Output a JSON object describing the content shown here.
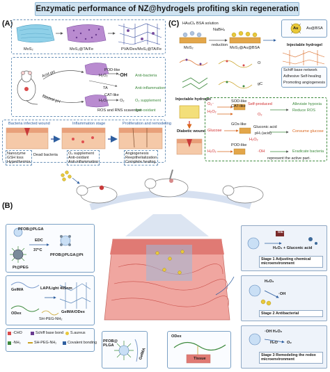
{
  "title": "Enzymatic performance of NZ@hydrogels profiting skin regeneration",
  "panels": {
    "a": "(A)",
    "b": "(B)",
    "c": "(C)"
  },
  "panelA": {
    "materials": [
      "MoS₂",
      "MoS₂@TA/Fe",
      "PVA/Dex/MoS₂@TA/Fe"
    ],
    "acid_ph": "Acid pH",
    "neutral_ph": "Neutral pH",
    "pod_like": "POD-like",
    "cat_like": "CAT-like",
    "ta": "TA",
    "h2o2_a": "H₂O₂",
    "oh": "·OH",
    "h2o2_b": "H₂O₂",
    "o2": "O₂",
    "ros_rns": "ROS and RNS scavenger",
    "effects": [
      "Anti-bacteria",
      "Anti-inflammation",
      "O₂ supplement",
      "Anti-oxidant"
    ],
    "stages": [
      "Bacteria infected wound",
      "Inflammation stage",
      "Proliferation and remodeling"
    ],
    "stage_notes": [
      "Nanozyme\nGSH loss\nHyperthermia",
      "O₂ supplement\nAnti-oxidant\nAnti-inflammation",
      "Angiogenesis\nReepithelialization\nComplete healing"
    ],
    "dead_bacteria": "Dead bacteria"
  },
  "panelC": {
    "reagents": "HAuCl₄  BSA solution",
    "nabh4": "NaBH₄",
    "reduction": "reduction",
    "mos2": "MoS₂",
    "mos2_au_bsa": "MoS₂@Au@BSA",
    "au": "Au",
    "au_bsa_label": "Au@BSA",
    "injectable": "Injectable hydrogel",
    "o_label": "O",
    "gc_label": "gC",
    "properties": [
      "Schiff base network",
      "Adhesive  Self-healing",
      "Promoting angiogenesis"
    ],
    "injectable2": "Injectable hydrogel",
    "diabetic": "Diabetic wound",
    "sod_like": "SOD-like",
    "cat_like": "CAT-like",
    "gox_like": "GOx-like",
    "pod_like": "POD-like",
    "o2_minus": "O₂⁻",
    "h2o2_1": "H₂O₂",
    "h2o2_2": "H₂O₂",
    "h2o2_3": "H₂O₂",
    "self_produced": "Self-produced",
    "o2_out": "O₂",
    "glucose": "Glucose",
    "gluconic": "Gluconic acid",
    "ph_acid": "pH↓(acid)",
    "oh_out": "·OH",
    "outcomes": [
      "Alleviate hypoxia",
      "Reduce ROS",
      "Consume glucose",
      "Eradicate bacteria"
    ],
    "active_part": "represent the active part."
  },
  "panelB": {
    "pfob_plga": "PFOB@PLGA",
    "pt_peg": "Pt@PEG",
    "edc": "EDC",
    "temp": "37°C",
    "pfob_plga_pt": "PFOB@PLGA@Pt",
    "gelma": "GelMA",
    "odex": "ODex",
    "lap": "LAP/Light 405nm",
    "sh_peg": "SH-PEG-NH₂",
    "gelma_odex": "GelMA/ODex",
    "legend": [
      "-CHO",
      "Schiff base bond",
      "S.aureus",
      "-NH₂",
      "SH-PEG-NH₂",
      "Covalent bonding"
    ],
    "pfob_plga_small": "PFOB@\nPLGA",
    "gelma_small": "GelMA",
    "odex_small": "ODex",
    "tissue": "Tissue",
    "glu": "Glu",
    "stage1_eq": "H₂O₂ + Gluconic acid",
    "stage1": "Stage 1   Adjusting chemical microenvironment",
    "stage2_h2o2": "H₂O₂",
    "stage2_oh": "·OH",
    "stage2": "Stage 2   Antibacterial",
    "stage3_oh": "·OH  H₂O₂",
    "stage3_h2o": "H₂O",
    "stage3_o2": "O₂",
    "stage3": "Stage 3   Remodeling the redox microenvironment"
  }
}
